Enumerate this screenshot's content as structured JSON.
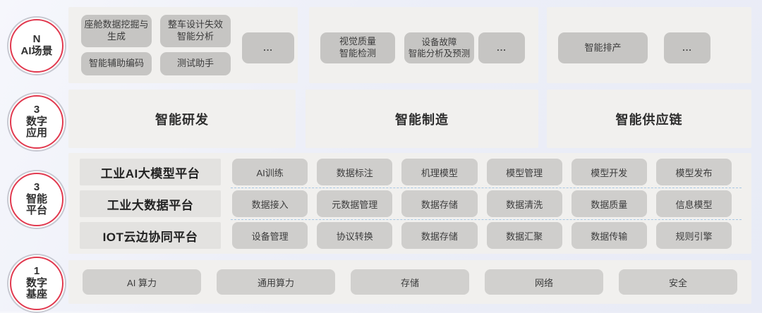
{
  "rail": {
    "items": [
      {
        "label": "N\nAI场景"
      },
      {
        "label": "3\n数字\n应用"
      },
      {
        "label": "3\n智能\n平台"
      },
      {
        "label": "1\n数字\n基座"
      }
    ]
  },
  "scenarios": {
    "rnd": {
      "b1": "座舱数据挖掘与\n生成",
      "b2": "整车设计失效\n智能分析",
      "b3": "智能辅助编码",
      "b4": "测试助手",
      "more": "..."
    },
    "mfg": {
      "b1": "视觉质量\n智能检测",
      "b2": "设备故障\n智能分析及预测",
      "more": "..."
    },
    "scm": {
      "b1": "智能排产",
      "more": "..."
    }
  },
  "applications": {
    "items": [
      "智能研发",
      "智能制造",
      "智能供应链"
    ]
  },
  "platforms": {
    "rows": [
      {
        "name": "工业AI大模型平台",
        "modules": [
          "AI训练",
          "数据标注",
          "机理模型",
          "模型管理",
          "模型开发",
          "模型发布"
        ]
      },
      {
        "name": "工业大数据平台",
        "modules": [
          "数据接入",
          "元数据管理",
          "数据存储",
          "数据清洗",
          "数据质量",
          "信息模型"
        ]
      },
      {
        "name": "IOT云边协同平台",
        "modules": [
          "设备管理",
          "协议转换",
          "数据存储",
          "数据汇聚",
          "数据传输",
          "规则引擎"
        ]
      }
    ]
  },
  "foundation": {
    "items": [
      "AI 算力",
      "通用算力",
      "存储",
      "网络",
      "安全"
    ]
  },
  "colors": {
    "accent_red": "#e1394f",
    "panel_gray": "#f1f0ee",
    "box_gray": "#c6c5c3",
    "platform_name_gray": "#e3e2e0",
    "module_gray": "#cfcecc",
    "foundation_gray": "#d1d0ce",
    "separator_blue": "#a7c7e3",
    "background_lavender": "#edeff8"
  }
}
